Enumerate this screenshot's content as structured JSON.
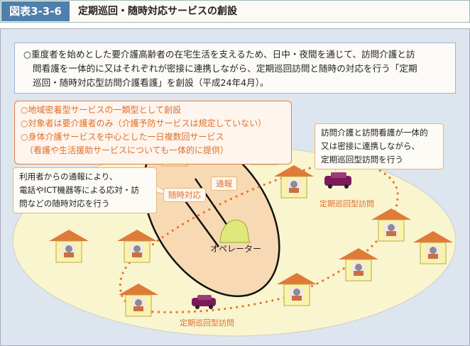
{
  "header": {
    "figure_number": "図表3-3-6",
    "title": "定期巡回・随時対応サービスの創設"
  },
  "intro": {
    "lines": [
      "○重度者を始めとした要介護高齢者の在宅生活を支えるため、日中・夜間を通じて、訪問介護と訪",
      "問看護を一体的に又はそれぞれが密接に連携しながら、定期巡回訪問と随時の対応を行う「定期",
      "巡回・随時対応型訪問介護看護」を創設（平成24年4月）。"
    ]
  },
  "features": [
    "○地域密着型サービスの一類型として創設",
    "○対象者は要介護者のみ（介護予防サービスは規定していない）",
    "○身体介護サービスを中心とした一日複数回サービス",
    "（看護や生活援助サービスについても一体的に提供）"
  ],
  "callouts": {
    "user_call": [
      "利用者からの通報により、",
      "電話やICT機器等による応対・訪",
      "問などの随時対応を行う"
    ],
    "visit": [
      "訪問介護と訪問看護が一体的",
      "又は密接に連携しながら、",
      "定期巡回型訪問を行う"
    ]
  },
  "labels": {
    "report": "通報",
    "on_demand": "随時対応",
    "operator": "オペレーター",
    "patrol_1": "定期巡回型訪問",
    "patrol_2": "定期巡回型訪問"
  },
  "colors": {
    "accent": "#e4803f",
    "header_blue": "#4f7fad",
    "area": "#f8f5cf",
    "roof": "#e07a38"
  }
}
